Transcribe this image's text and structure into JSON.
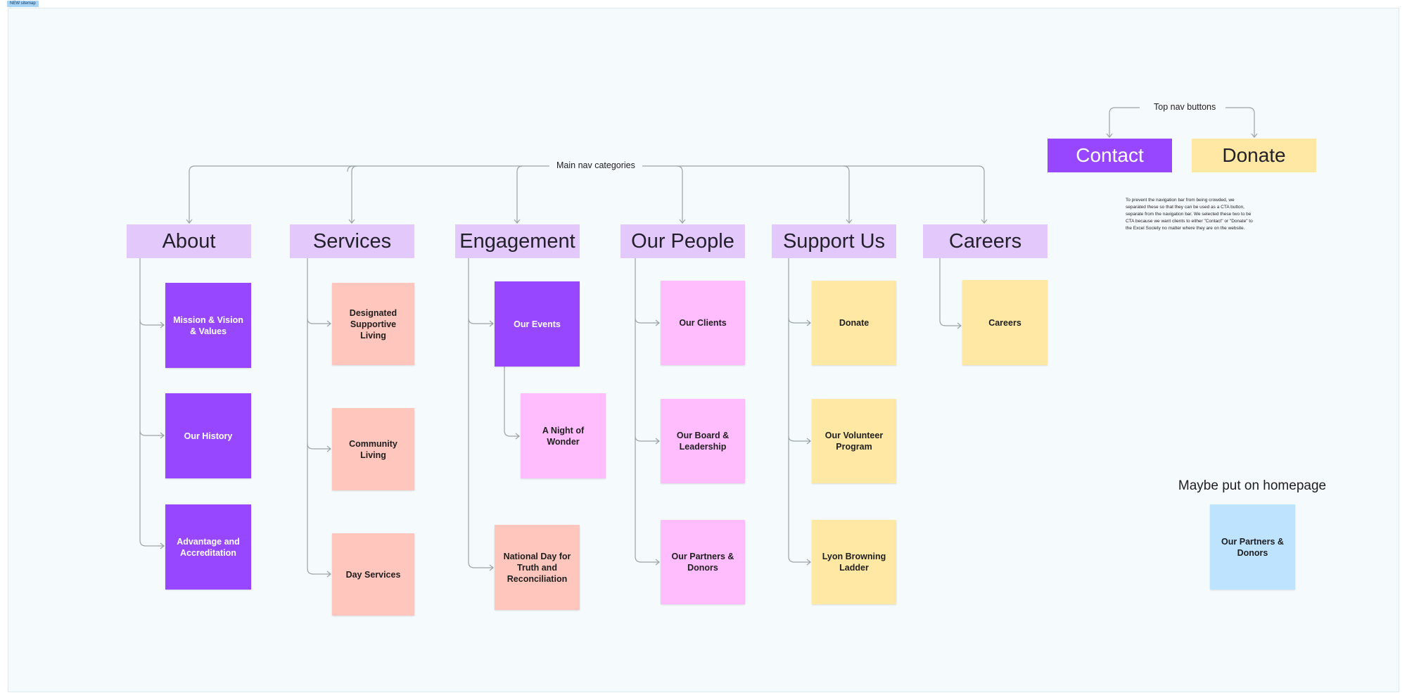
{
  "frame": {
    "tag": "NEW sitemap"
  },
  "labels": {
    "main_nav": "Main nav categories",
    "top_nav": "Top nav buttons",
    "homepage": "Maybe put on homepage"
  },
  "note": "To prevent the navigation bar from being crowded, we separated these so that they can be used as a CTA button, separate from the navigation bar. We selected these two to be CTA because we want clients to either \"Contact\" or \"Donate\" to the Excel Society no matter where they are on the website.",
  "cta": {
    "contact": "Contact",
    "donate": "Donate"
  },
  "categories": [
    {
      "label": "About",
      "items": [
        "Mission & Vision & Values",
        "Our History",
        "Advantage and Accreditation"
      ]
    },
    {
      "label": "Services",
      "items": [
        "Designated Supportive Living",
        "Community Living",
        "Day Services"
      ]
    },
    {
      "label": "Engagement",
      "items": [
        "Our Events",
        "A Night of Wonder",
        "National Day for Truth and Reconciliation"
      ]
    },
    {
      "label": "Our People",
      "items": [
        "Our Clients",
        "Our Board & Leadership",
        "Our Partners & Donors"
      ]
    },
    {
      "label": "Support Us",
      "items": [
        "Donate",
        "Our Volunteer Program",
        "Lyon Browning Ladder"
      ]
    },
    {
      "label": "Careers",
      "items": [
        "Careers"
      ]
    }
  ],
  "homepage_item": "Our Partners & Donors",
  "colors": {
    "header": "#e3c8fb",
    "purple": "#9747ff",
    "salmon": "#ffc6bd",
    "pink": "#ffbdfd",
    "yellow": "#ffe8a3",
    "blue": "#bde3ff",
    "connector": "#9aa3a8"
  }
}
